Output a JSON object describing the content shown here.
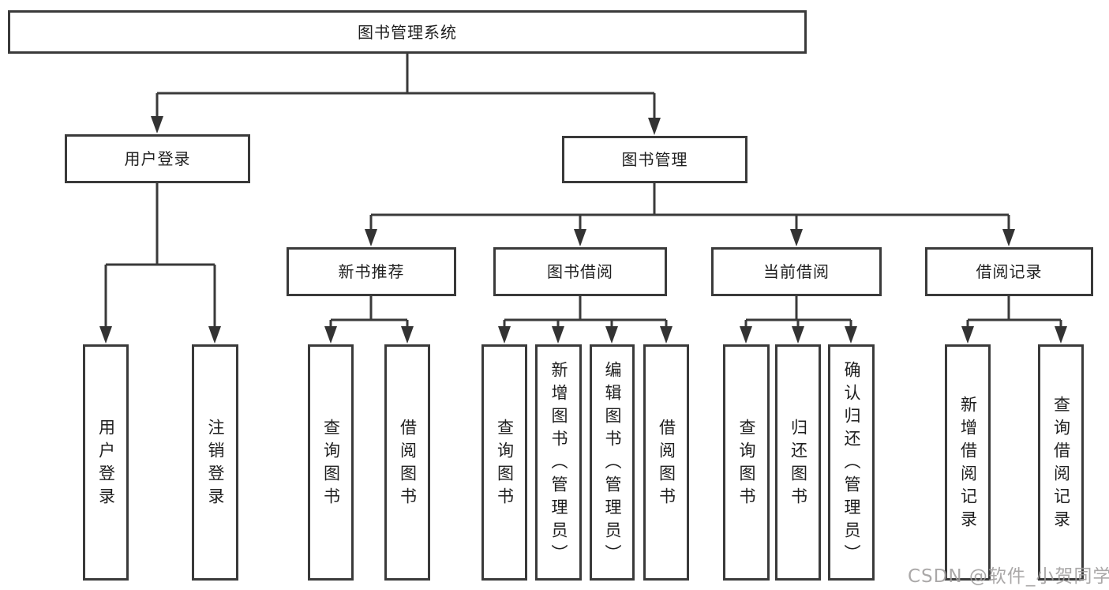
{
  "diagram": {
    "title": "图书管理系统",
    "colors": {
      "line": "#3a3a3a",
      "box_border": "#3a3a3a",
      "text": "#1f1f1f",
      "watermark": "#9e9c9c",
      "background": "#ffffff"
    },
    "nodes": {
      "root": "图书管理系统",
      "user_login": "用户登录",
      "book_mgmt": "图书管理",
      "new_book_rec": "新书推荐",
      "book_borrow": "图书借阅",
      "current_borrow": "当前借阅",
      "borrow_records": "借阅记录",
      "leaf_user_login": "用户登录",
      "leaf_logout": "注销登录",
      "leaf_query_book_1": "查询图书",
      "leaf_borrow_book_1": "借阅图书",
      "leaf_query_book_2": "查询图书",
      "leaf_add_book": "新增图书（管理员）",
      "leaf_edit_book": "编辑图书（管理员）",
      "leaf_borrow_book_2": "借阅图书",
      "leaf_query_book_3": "查询图书",
      "leaf_return_book": "归还图书",
      "leaf_confirm_return": "确认归还（管理员）",
      "leaf_add_record": "新增借阅记录",
      "leaf_query_record": "查询借阅记录"
    },
    "watermark": "CSDN @软件_小贺同学"
  }
}
